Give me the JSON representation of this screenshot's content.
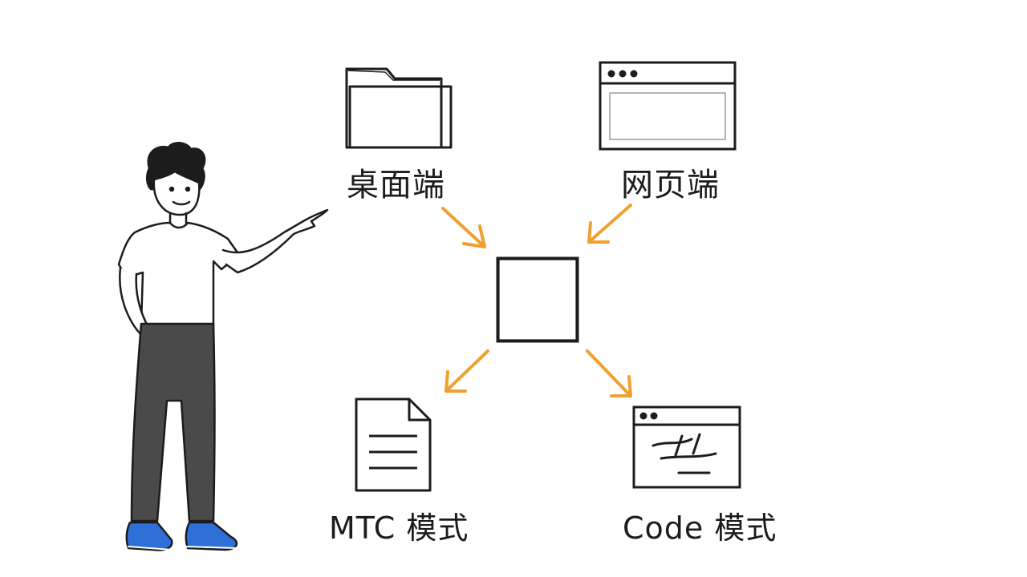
{
  "diagram": {
    "nodes": {
      "desktop": {
        "label": "桌面端",
        "icon": "folder-icon"
      },
      "web": {
        "label": "网页端",
        "icon": "browser-window-icon"
      },
      "hub": {
        "label": "",
        "icon": "empty-box-icon"
      },
      "mtc": {
        "label": "MTC 模式",
        "icon": "document-icon"
      },
      "code": {
        "label": "Code 模式",
        "icon": "code-window-icon"
      }
    },
    "edges": [
      {
        "from": "desktop",
        "to": "hub"
      },
      {
        "from": "web",
        "to": "hub"
      },
      {
        "from": "hub",
        "to": "mtc"
      },
      {
        "from": "hub",
        "to": "code"
      }
    ],
    "colors": {
      "ink": "#1c1c1c",
      "arrow": "#f0a030",
      "shirt": "#ffffff",
      "pants": "#4a4a4a",
      "shoes": "#2f6fd8"
    }
  },
  "figure": {
    "description_icon": "person-pointing-icon"
  }
}
